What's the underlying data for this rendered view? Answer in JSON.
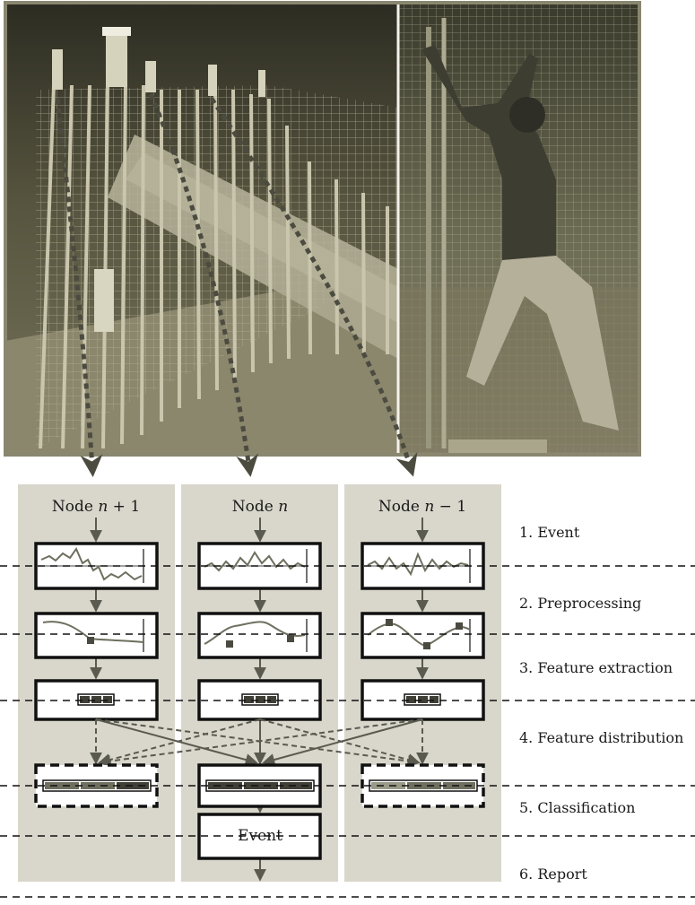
{
  "nodes": [
    {
      "id": "n_plus_1",
      "label_prefix": "Node ",
      "label_var": "n",
      "label_suffix": " + 1"
    },
    {
      "id": "n",
      "label_prefix": "Node ",
      "label_var": "n",
      "label_suffix": ""
    },
    {
      "id": "n_minus_1",
      "label_prefix": "Node ",
      "label_var": "n",
      "label_suffix": " − 1"
    }
  ],
  "stages": [
    "1. Event",
    "2. Preprocessing",
    "3. Feature extraction",
    "4. Feature distribution",
    "5. Classification",
    "6. Report"
  ],
  "event_box_label": "Event",
  "colors": {
    "column_bg": "#d9d6cb",
    "arrow": "#5a5a50",
    "photo_frame": "#8a8770",
    "photo_tint": "#6d6b55"
  },
  "icons": [
    "fence-photo",
    "intruder-photo",
    "signal-trace-icon",
    "feature-vector-icon"
  ]
}
